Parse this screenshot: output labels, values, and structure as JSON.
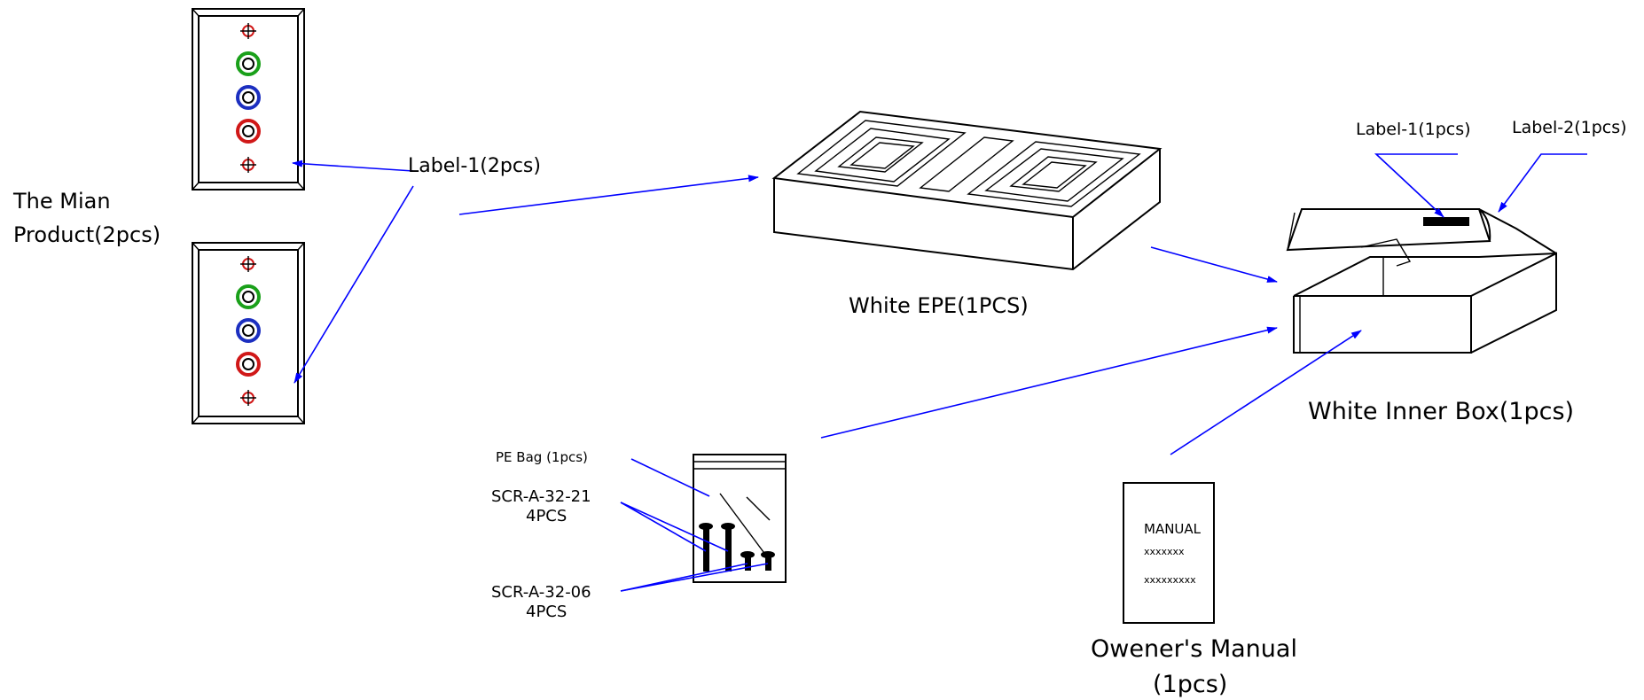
{
  "labels": {
    "main_product": [
      "The Mian",
      "Product(2pcs)"
    ],
    "label1_2pcs": "Label-1(2pcs)",
    "white_epe": "White EPE(1PCS)",
    "label1_1pcs": "Label-1(1pcs)",
    "label2_1pcs": "Label-2(1pcs)",
    "white_inner_box": "White Inner Box(1pcs)",
    "pe_bag": "PE Bag (1pcs)",
    "screw_long": [
      "SCR-A-32-21",
      "4PCS"
    ],
    "screw_short": [
      "SCR-A-32-06",
      "4PCS"
    ],
    "owners_manual": [
      "Owener's Manual",
      "(1pcs)"
    ],
    "manual_cover": [
      "MANUAL",
      "xxxxxxx",
      "xxxxxxxxx"
    ]
  },
  "colors": {
    "outline": "#000000",
    "leader": "#0000ff",
    "jack_green": "#1aa01a",
    "jack_blue": "#1c2fc0",
    "jack_red": "#d01818",
    "screw_mark": "#d01818"
  }
}
